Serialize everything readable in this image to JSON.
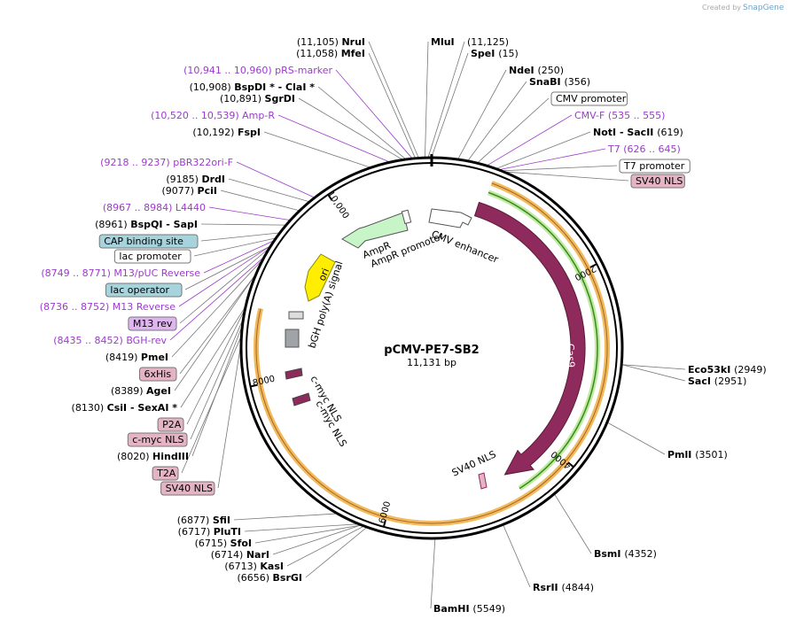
{
  "header": {
    "created_by": "Created by",
    "brand": "SnapGene"
  },
  "plasmid": {
    "name": "pCMV-PE7-SB2",
    "size": "11,131 bp"
  },
  "ticks": [
    {
      "label": "2000",
      "angle": 63
    },
    {
      "label": "4000",
      "angle": 130
    },
    {
      "label": "6000",
      "angle": 195
    },
    {
      "label": "8000",
      "angle": 258
    },
    {
      "label": "10,000",
      "angle": 326
    }
  ],
  "features": {
    "cas9": "Cas9",
    "sv40_nls_inner": "SV40 NLS",
    "cmv_enhancer": "CMV enhancer",
    "ampr": "AmpR",
    "ampr_promoter": "AmpR promoter",
    "ori": "ori",
    "bgh": "bGH poly(A) signal",
    "cmyc_nls_1": "c-myc NLS",
    "cmyc_nls_2": "c-myc NLS"
  },
  "left_labels": [
    {
      "pos": "(11,105)",
      "name": "NruI",
      "kind": "site"
    },
    {
      "pos": "(11,058)",
      "name": "MfeI",
      "kind": "site"
    },
    {
      "pos": "(10,941 .. 10,960)",
      "name": "pRS-marker",
      "kind": "primer"
    },
    {
      "pos": "(10,908)",
      "name": "BspDI * - ClaI *",
      "kind": "site"
    },
    {
      "pos": "(10,891)",
      "name": "SgrDI",
      "kind": "site"
    },
    {
      "pos": "(10,520 .. 10,539)",
      "name": "Amp-R",
      "kind": "primer"
    },
    {
      "pos": "(10,192)",
      "name": "FspI",
      "kind": "site"
    },
    {
      "pos": "(9218 .. 9237)",
      "name": "pBR322ori-F",
      "kind": "primer"
    },
    {
      "pos": "(9185)",
      "name": "DrdI",
      "kind": "site"
    },
    {
      "pos": "(9077)",
      "name": "PciI",
      "kind": "site"
    },
    {
      "pos": "(8967 .. 8984)",
      "name": "L4440",
      "kind": "primer"
    },
    {
      "pos": "(8961)",
      "name": "BspQI - SapI",
      "kind": "site"
    },
    {
      "pos": "",
      "name": "CAP binding site",
      "kind": "box-blue"
    },
    {
      "pos": "",
      "name": "lac promoter",
      "kind": "box-white"
    },
    {
      "pos": "(8749 .. 8771)",
      "name": "M13/pUC Reverse",
      "kind": "primer"
    },
    {
      "pos": "",
      "name": "lac operator",
      "kind": "box-blue"
    },
    {
      "pos": "(8736 .. 8752)",
      "name": "M13 Reverse",
      "kind": "primer"
    },
    {
      "pos": "",
      "name": "M13 rev",
      "kind": "box-purple"
    },
    {
      "pos": "(8435 .. 8452)",
      "name": "BGH-rev",
      "kind": "primer"
    },
    {
      "pos": "(8419)",
      "name": "PmeI",
      "kind": "site"
    },
    {
      "pos": "",
      "name": "6xHis",
      "kind": "box-pink"
    },
    {
      "pos": "(8389)",
      "name": "AgeI",
      "kind": "site"
    },
    {
      "pos": "(8130)",
      "name": "CsiI - SexAI *",
      "kind": "site"
    },
    {
      "pos": "",
      "name": "P2A",
      "kind": "box-pink"
    },
    {
      "pos": "",
      "name": "c-myc NLS",
      "kind": "box-pink"
    },
    {
      "pos": "(8020)",
      "name": "HindIII",
      "kind": "site"
    },
    {
      "pos": "",
      "name": "T2A",
      "kind": "box-pink"
    },
    {
      "pos": "",
      "name": "SV40 NLS",
      "kind": "box-pink"
    },
    {
      "pos": "(6877)",
      "name": "SfiI",
      "kind": "site"
    },
    {
      "pos": "(6717)",
      "name": "PluTI",
      "kind": "site"
    },
    {
      "pos": "(6715)",
      "name": "SfoI",
      "kind": "site"
    },
    {
      "pos": "(6714)",
      "name": "NarI",
      "kind": "site"
    },
    {
      "pos": "(6713)",
      "name": "KasI",
      "kind": "site"
    },
    {
      "pos": "(6656)",
      "name": "BsrGI",
      "kind": "site"
    }
  ],
  "right_labels": [
    {
      "name": "MluI",
      "pos": "",
      "kind": "site"
    },
    {
      "name": "",
      "pos": "(11,125)",
      "kind": "site"
    },
    {
      "name": "SpeI",
      "pos": "(15)",
      "kind": "site"
    },
    {
      "name": "NdeI",
      "pos": "(250)",
      "kind": "site"
    },
    {
      "name": "SnaBI",
      "pos": "(356)",
      "kind": "site"
    },
    {
      "name": "CMV promoter",
      "pos": "",
      "kind": "box-white"
    },
    {
      "name": "CMV-F",
      "pos": "(535 .. 555)",
      "kind": "primer"
    },
    {
      "name": "NotI - SacII",
      "pos": "(619)",
      "kind": "site"
    },
    {
      "name": "T7",
      "pos": "(626 .. 645)",
      "kind": "primer"
    },
    {
      "name": "T7 promoter",
      "pos": "",
      "kind": "box-white"
    },
    {
      "name": "SV40 NLS",
      "pos": "",
      "kind": "box-pink"
    },
    {
      "name": "Eco53kI",
      "pos": "(2949)",
      "kind": "site"
    },
    {
      "name": "SacI",
      "pos": "(2951)",
      "kind": "site"
    },
    {
      "name": "PmlI",
      "pos": "(3501)",
      "kind": "site"
    },
    {
      "name": "BsmI",
      "pos": "(4352)",
      "kind": "site"
    },
    {
      "name": "RsrII",
      "pos": "(4844)",
      "kind": "site"
    },
    {
      "name": "BamHI",
      "pos": "(5549)",
      "kind": "site"
    }
  ],
  "colors": {
    "primer": "#9b3bcc",
    "cas9": "#8e2a5c",
    "ori": "#ffee00",
    "ampr": "#c8f5c8",
    "orange": "#f2b24a",
    "green": "#8fd14f",
    "box_blue": "#a6d3dc",
    "box_pink": "#e4b3c4",
    "box_purple": "#dfb5f0"
  }
}
